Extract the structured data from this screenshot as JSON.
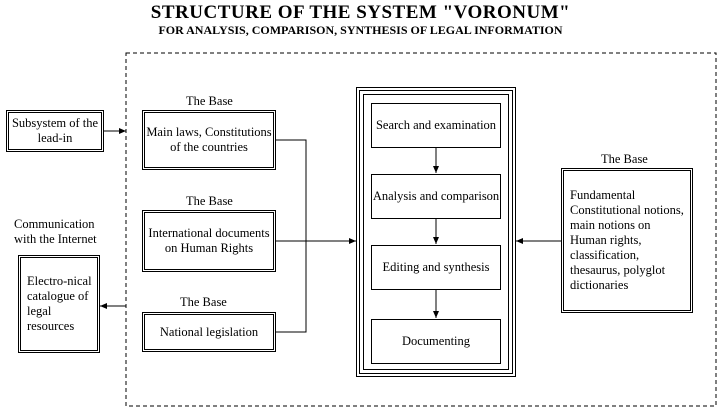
{
  "title": "STRUCTURE OF THE SYSTEM \"VORONUM\"",
  "subtitle": "FOR ANALYSIS, COMPARISON, SYNTHESIS OF  LEGAL INFORMATION",
  "subsystem": "Subsystem of the lead-in",
  "internet_label": "Communication with the Internet",
  "catalogue": "Electro-nical catalogue of legal resources",
  "base_label": "The Base",
  "bases": [
    {
      "label": "The Base",
      "text": "Main laws, Constitutions of the countries"
    },
    {
      "label": "The Base",
      "text": "International documents on Human Rights"
    },
    {
      "label": "The Base",
      "text": "National legislation"
    }
  ],
  "process": [
    "Search and examination",
    "Analysis and comparison",
    "Editing and synthesis",
    "Documenting"
  ],
  "right_base": {
    "label": "The Base",
    "text": "Fundamental Constitutional notions, main notions on Human rights, classification, thesaurus, polyglot dictionaries"
  }
}
